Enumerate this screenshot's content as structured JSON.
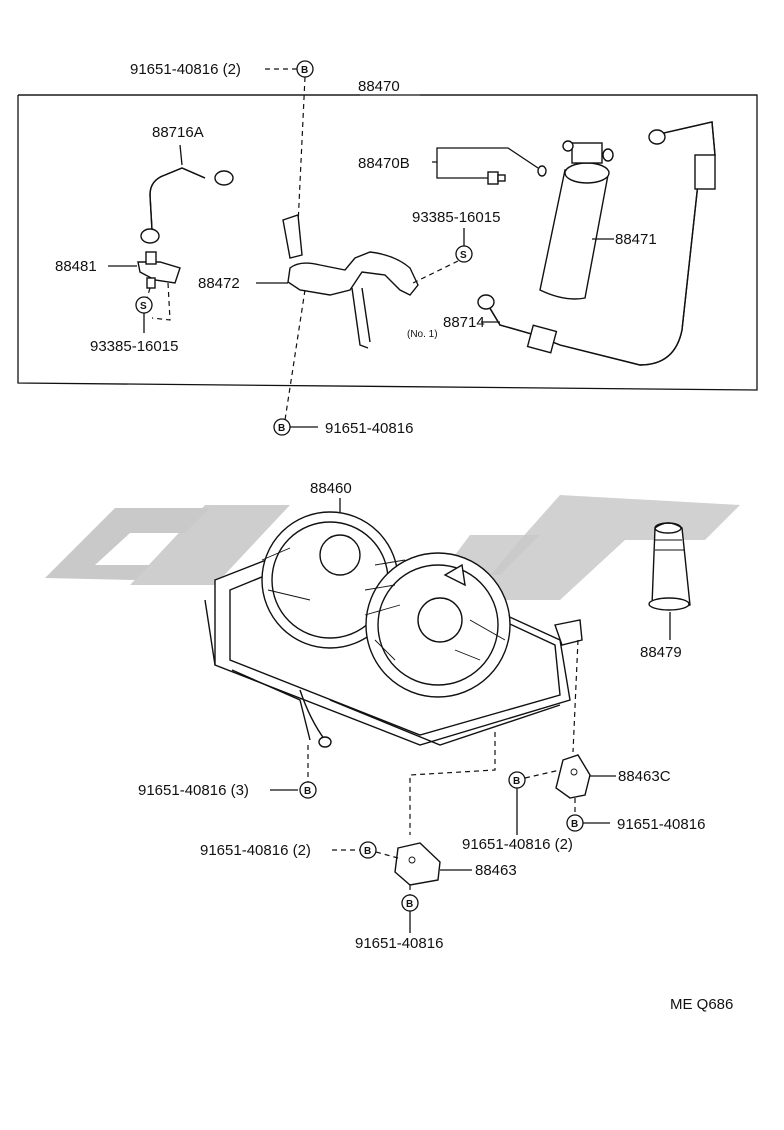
{
  "group_label": "88470",
  "parts": {
    "p88716A": "88716A",
    "p88481": "88481",
    "p93385_a": "93385-16015",
    "p91651_top": "91651-40816 (2)",
    "p88472": "88472",
    "p88470B": "88470B",
    "p93385_b": "93385-16015",
    "p88471": "88471",
    "p88714": "88714",
    "p88714_sub": "(No. 1)",
    "p91651_mid": "91651-40816",
    "p88460": "88460",
    "p88479": "88479",
    "p91651_3": "91651-40816 (3)",
    "p88463C": "88463C",
    "p91651_r": "91651-40816",
    "p91651_2b": "91651-40816 (2)",
    "p91651_2a": "91651-40816 (2)",
    "p88463": "88463",
    "p91651_bot": "91651-40816"
  },
  "badges": {
    "bolt": "B",
    "screw": "S"
  },
  "code": "ME Q686",
  "watermark": "colors:#c9c9c9"
}
